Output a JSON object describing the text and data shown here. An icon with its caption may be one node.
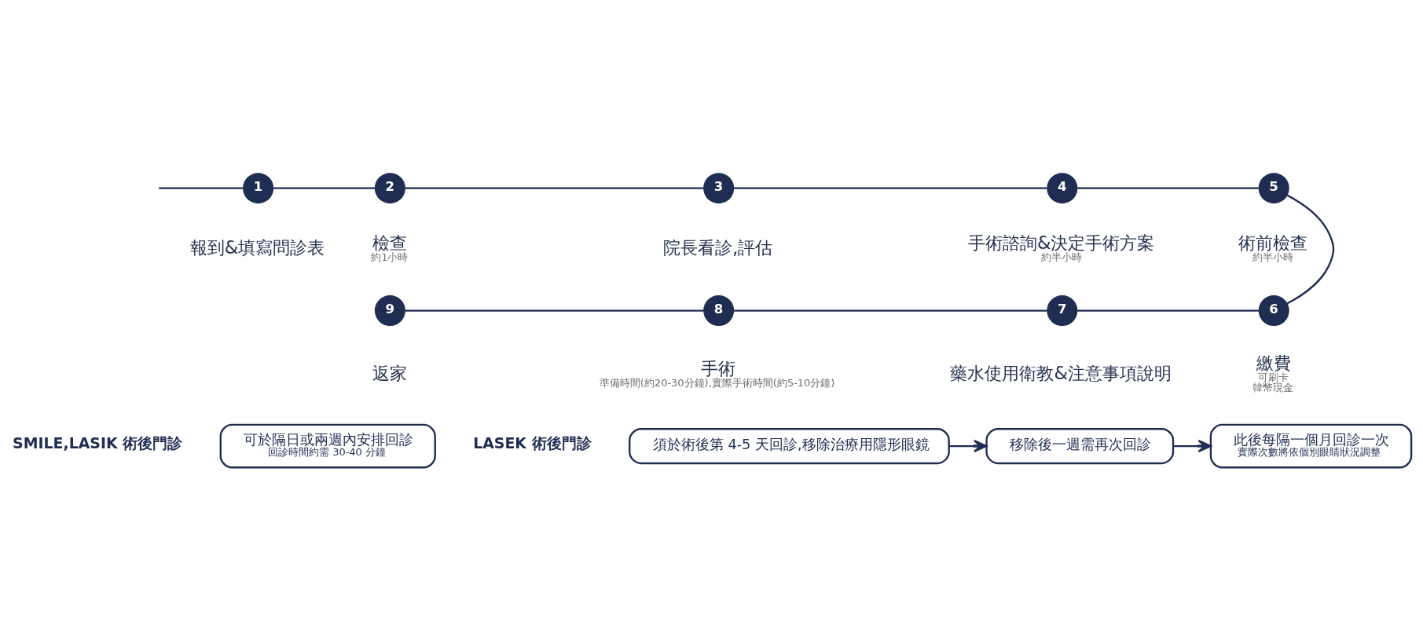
{
  "diagram": {
    "nodes": [
      {
        "text": [
          "1"
        ],
        "beside": [
          "報到&填寫問診表"
        ]
      },
      {
        "text": [
          "2"
        ],
        "beside": [
          "檢查",
          "約1小時"
        ]
      },
      {
        "text": [
          "3"
        ],
        "beside": [
          "院長看診,評估"
        ]
      },
      {
        "text": [
          "4"
        ],
        "beside": [
          "手術諮詢&決定手術方案",
          "約半小時"
        ]
      },
      {
        "text": [
          "5"
        ],
        "beside": [
          "術前檢查",
          "約半小時"
        ]
      },
      {
        "text": [
          "6"
        ],
        "beside": [
          "繳費",
          "可刷卡",
          "韓幣現金"
        ]
      },
      {
        "text": [
          "7"
        ],
        "beside": [
          "藥水使用衛教&注意事項說明"
        ]
      },
      {
        "text": [
          "8"
        ],
        "beside": [
          "手術",
          "準備時間(約20-30分鐘),實際手術時間(約5-10分鐘)"
        ]
      },
      {
        "text": [
          "9"
        ],
        "beside": [
          "返家"
        ]
      },
      {
        "text": [
          "可於隔日或兩週內安排回診",
          "回診時間約需 30-40 分鐘"
        ],
        "beside": [
          "SMILE,LASIK 術後門診"
        ]
      },
      {
        "text": [
          "須於術後第 4-5 天回診,移除治療用隱形眼鏡"
        ],
        "beside": [
          "LASEK 術後門診"
        ]
      },
      {
        "text": [
          "移除後一週需再次回診"
        ]
      },
      {
        "text": [
          "此後每隔一個月回診一次",
          "實際次數將依個別眼睛狀況調整"
        ]
      }
    ],
    "edges": [
      {
        "from": null,
        "to": 0,
        "arrow": "none"
      },
      {
        "from": 0,
        "to": 1,
        "arrow": "none"
      },
      {
        "from": 1,
        "to": 2,
        "arrow": "none"
      },
      {
        "from": 2,
        "to": 3,
        "arrow": "none"
      },
      {
        "from": 3,
        "to": 4,
        "arrow": "none"
      },
      {
        "from": 4,
        "to": 5,
        "arrow": "none"
      },
      {
        "from": 5,
        "to": 6,
        "arrow": "none"
      },
      {
        "from": 6,
        "to": 7,
        "arrow": "none"
      },
      {
        "from": 7,
        "to": 8,
        "arrow": "none"
      },
      {
        "from": 10,
        "to": 11,
        "arrow": "to"
      },
      {
        "from": 11,
        "to": 12,
        "arrow": "to"
      }
    ]
  }
}
